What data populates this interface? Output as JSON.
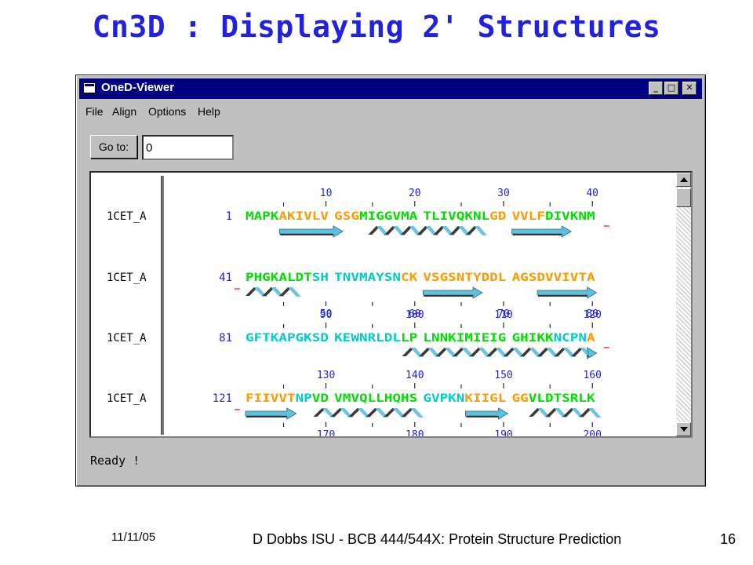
{
  "slide": {
    "title": "Cn3D : Displaying 2' Structures",
    "date": "11/11/05",
    "footer": "D Dobbs ISU - BCB 444/544X: Protein Structure Prediction",
    "page_number": "16"
  },
  "window": {
    "title": "OneD-Viewer",
    "buttons": {
      "minimize": "_",
      "maximize": "□",
      "close": "✕"
    },
    "menu": [
      "File",
      "Align",
      "Options",
      "Help"
    ],
    "goto_label": "Go to:",
    "goto_value": "0",
    "status": "Ready !"
  },
  "colors": {
    "helix": "#6dc3e0",
    "helix_dark": "#3a3a3a",
    "strand": "#5ec0dd",
    "title": "#2222dd",
    "titlebar": "#000080"
  },
  "rows": [
    {
      "label": "1CET_A",
      "start": "1",
      "top_ticks": [
        "10",
        "20",
        "30",
        "40"
      ],
      "bottom_ticks": [],
      "blocks": [
        {
          "t": "MAPKAKIVLV",
          "c": [
            "#00dd00",
            "#00dd00",
            "#00dd00",
            "#00dd00",
            "#ff9900",
            "#ff9900",
            "#ff9900",
            "#ff9900",
            "#ff9900",
            "#ff9900"
          ]
        },
        {
          "t": "GSGMIGGVMA",
          "c": [
            "#ff9900",
            "#ff9900",
            "#ff9900",
            "#00dd00",
            "#00dd00",
            "#00dd00",
            "#00dd00",
            "#00dd00",
            "#00dd00",
            "#00dd00"
          ]
        },
        {
          "t": "TLIVQKNLGD",
          "c": [
            "#00dd00",
            "#00dd00",
            "#00dd00",
            "#00dd00",
            "#00dd00",
            "#00dd00",
            "#00dd00",
            "#00dd00",
            "#ff9900",
            "#ff9900"
          ]
        },
        {
          "t": "VVLFDIVKNM",
          "c": [
            "#ff9900",
            "#ff9900",
            "#ff9900",
            "#ff9900",
            "#00dd00",
            "#00dd00",
            "#00dd00",
            "#00dd00",
            "#00dd00",
            "#00dd00"
          ]
        }
      ],
      "ss": [
        {
          "type": "strand",
          "from": 4,
          "to": 11
        },
        {
          "type": "helix",
          "from": 14,
          "to": 27
        },
        {
          "type": "strand",
          "from": 30,
          "to": 37
        }
      ],
      "dash_end": true,
      "dash_start": false
    },
    {
      "label": "1CET_A",
      "start": "41",
      "top_ticks": [],
      "bottom_ticks": [
        "50",
        "60",
        "70",
        "80"
      ],
      "blocks": [
        {
          "t": "PHGKALDTSH",
          "c": [
            "#00dd00",
            "#00dd00",
            "#00dd00",
            "#00dd00",
            "#00dd00",
            "#00dd00",
            "#00dd00",
            "#00dd00",
            "#00cccc",
            "#00cccc"
          ]
        },
        {
          "t": "TNVMAYSNCK",
          "c": [
            "#00cccc",
            "#00cccc",
            "#00cccc",
            "#00cccc",
            "#00cccc",
            "#00cccc",
            "#00cccc",
            "#00cccc",
            "#ff9900",
            "#ff9900"
          ]
        },
        {
          "t": "VSGSNTYDDL",
          "c": [
            "#ff9900",
            "#ff9900",
            "#ff9900",
            "#ff9900",
            "#ff9900",
            "#ff9900",
            "#ff9900",
            "#ff9900",
            "#ff9900",
            "#ff9900"
          ]
        },
        {
          "t": "AGSDVVIVTA",
          "c": [
            "#ff9900",
            "#ff9900",
            "#ff9900",
            "#ff9900",
            "#ff9900",
            "#ff9900",
            "#ff9900",
            "#ff9900",
            "#ff9900",
            "#ff9900"
          ]
        }
      ],
      "ss": [
        {
          "type": "helix",
          "from": 0,
          "to": 6
        },
        {
          "type": "strand",
          "from": 20,
          "to": 27
        },
        {
          "type": "strand",
          "from": 33,
          "to": 40
        }
      ],
      "dash_end": false,
      "dash_start": true
    },
    {
      "label": "1CET_A",
      "start": "81",
      "top_ticks": [
        "90",
        "100",
        "110",
        "120"
      ],
      "bottom_ticks": [],
      "blocks": [
        {
          "t": "GFTKAPGKSD",
          "c": [
            "#00cccc",
            "#00cccc",
            "#00cccc",
            "#00cccc",
            "#00cccc",
            "#00cccc",
            "#00cccc",
            "#00cccc",
            "#00cccc",
            "#00cccc"
          ]
        },
        {
          "t": "KEWNRLDLLP",
          "c": [
            "#00cccc",
            "#00cccc",
            "#00cccc",
            "#00cccc",
            "#00cccc",
            "#00cccc",
            "#00cccc",
            "#00cccc",
            "#00dd00",
            "#00dd00"
          ]
        },
        {
          "t": "LNNKIMIEIG",
          "c": [
            "#00dd00",
            "#00dd00",
            "#00dd00",
            "#00dd00",
            "#00dd00",
            "#00dd00",
            "#00dd00",
            "#00dd00",
            "#00dd00",
            "#00dd00"
          ]
        },
        {
          "t": "GHIKKNCPNA",
          "c": [
            "#00dd00",
            "#00dd00",
            "#00dd00",
            "#00dd00",
            "#00dd00",
            "#00cccc",
            "#00cccc",
            "#00cccc",
            "#00cccc",
            "#ff9900"
          ]
        }
      ],
      "ss": [
        {
          "type": "helix",
          "from": 18,
          "to": 39
        },
        {
          "type": "strand",
          "from": 39,
          "to": 40
        }
      ],
      "dash_end": true,
      "dash_start": false
    },
    {
      "label": "1CET_A",
      "start": "121",
      "top_ticks": [
        "130",
        "140",
        "150",
        "160"
      ],
      "bottom_ticks": [
        "170",
        "180",
        "190",
        "200"
      ],
      "blocks": [
        {
          "t": "FIIVVTNPVD",
          "c": [
            "#ff9900",
            "#ff9900",
            "#ff9900",
            "#ff9900",
            "#ff9900",
            "#ff9900",
            "#00cccc",
            "#00cccc",
            "#00dd00",
            "#00dd00"
          ]
        },
        {
          "t": "VMVQLLHQHS",
          "c": [
            "#00dd00",
            "#00dd00",
            "#00dd00",
            "#00dd00",
            "#00dd00",
            "#00dd00",
            "#00dd00",
            "#00dd00",
            "#00dd00",
            "#00dd00"
          ]
        },
        {
          "t": "GVPKNKIIGL",
          "c": [
            "#00cccc",
            "#00cccc",
            "#00cccc",
            "#00cccc",
            "#00cccc",
            "#ff9900",
            "#ff9900",
            "#ff9900",
            "#ff9900",
            "#ff9900"
          ]
        },
        {
          "t": "GGVLDTSRLK",
          "c": [
            "#ff9900",
            "#ff9900",
            "#00dd00",
            "#00dd00",
            "#00dd00",
            "#00dd00",
            "#00dd00",
            "#00dd00",
            "#00dd00",
            "#00dd00"
          ]
        }
      ],
      "ss": [
        {
          "type": "strand",
          "from": 0,
          "to": 6
        },
        {
          "type": "helix",
          "from": 8,
          "to": 20
        },
        {
          "type": "strand",
          "from": 25,
          "to": 30
        },
        {
          "type": "helix",
          "from": 32,
          "to": 40
        }
      ],
      "dash_end": false,
      "dash_start": true
    }
  ]
}
